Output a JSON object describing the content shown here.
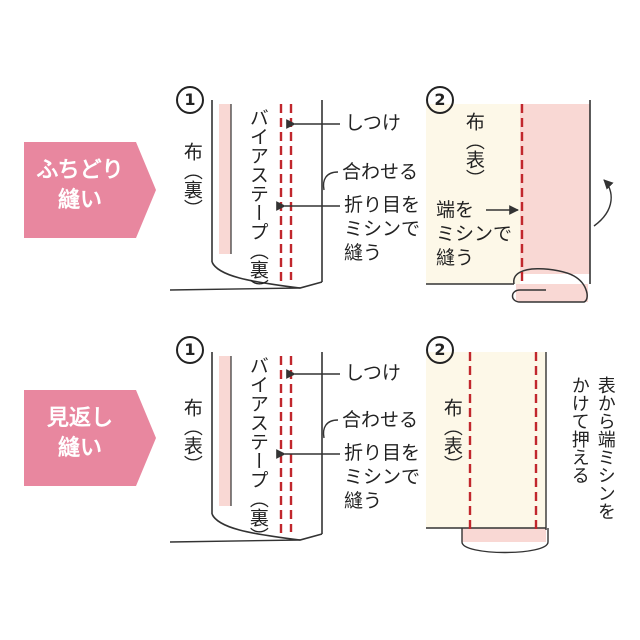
{
  "colors": {
    "tag_pink": "#e8879f",
    "fabric_back": "#f9d8d4",
    "fabric_front": "#fdf8e8",
    "stitch": "#c1272d",
    "outline": "#333333"
  },
  "sections": [
    {
      "tag": {
        "line1": "ふちどり",
        "line2": "縫い"
      },
      "step1": {
        "number": "1",
        "fabric_label": "布（裏）",
        "tape_label": "バイアステープ（裏）",
        "callouts": {
          "baste": "しつけ",
          "align": "合わせる",
          "fold_line1": "折り目を",
          "fold_line2": "ミシンで",
          "fold_line3": "縫う"
        }
      },
      "step2": {
        "number": "2",
        "fabric_label": "布（表）",
        "callouts": {
          "edge_line1": "端を",
          "edge_line2": "ミシンで",
          "edge_line3": "縫う"
        }
      }
    },
    {
      "tag": {
        "line1": "見返し",
        "line2": "縫い"
      },
      "step1": {
        "number": "1",
        "fabric_label": "布（表）",
        "tape_label": "バイアステープ（裏）",
        "callouts": {
          "baste": "しつけ",
          "align": "合わせる",
          "fold_line1": "折り目を",
          "fold_line2": "ミシンで",
          "fold_line3": "縫う"
        }
      },
      "step2": {
        "number": "2",
        "fabric_label": "布（表）",
        "vertical_note_col1": "表から端ミシンを",
        "vertical_note_col2": "かけて押える"
      }
    }
  ]
}
